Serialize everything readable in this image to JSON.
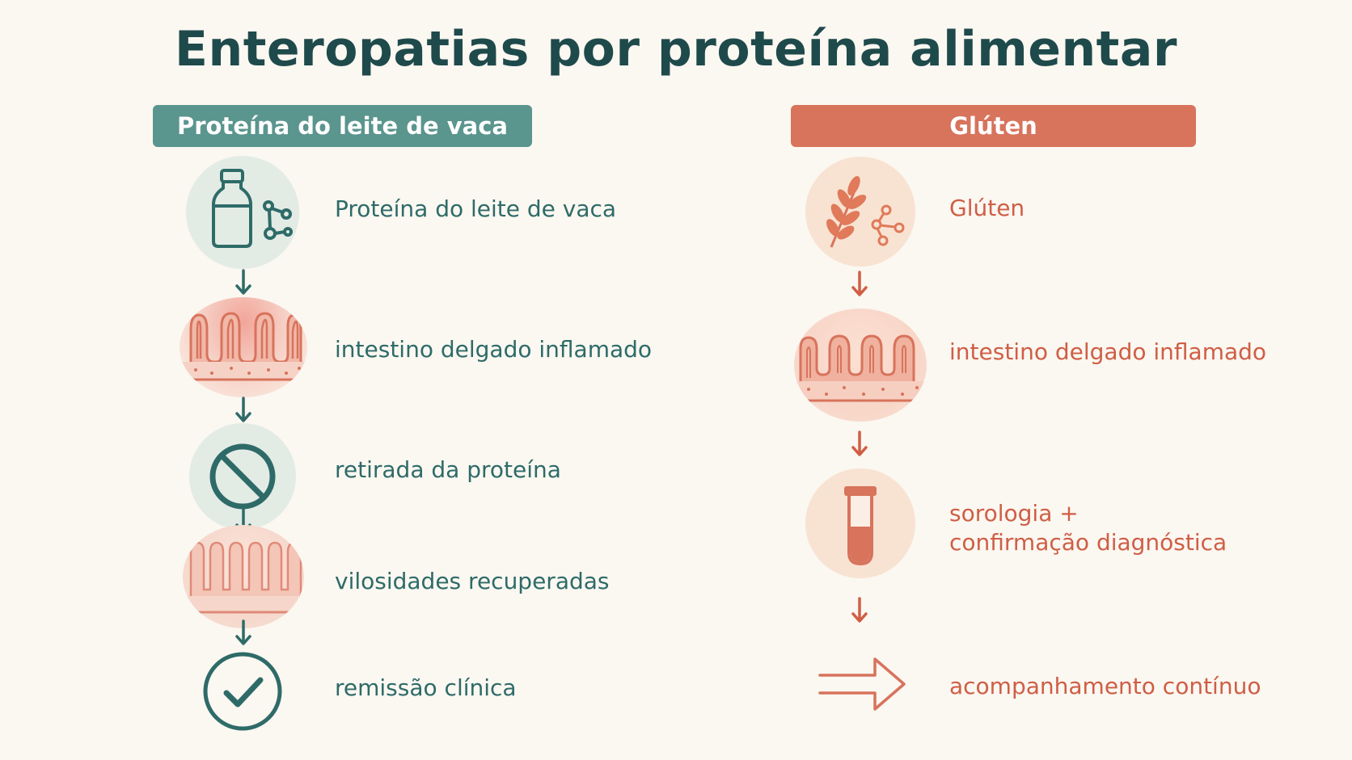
{
  "title": "Enteropatias por proteína alimentar",
  "colors": {
    "background": "#fbf7f1",
    "title": "#1f4a4b",
    "teal": "#5a958e",
    "teal_text": "#2e6b68",
    "coral": "#d8735c",
    "coral_text": "#cf5e45"
  },
  "left_column": {
    "header": "Proteína do leite de vaca",
    "steps": [
      {
        "label": "Proteína do leite de vaca",
        "icon": "milk-bottle-icon"
      },
      {
        "label": "intestino delgado inflamado",
        "icon": "inflamed-villi-icon"
      },
      {
        "label": "retirada da proteína",
        "icon": "prohibited-icon"
      },
      {
        "label": "vilosidades recuperadas",
        "icon": "healthy-villi-icon"
      },
      {
        "label": "remissão clínica",
        "icon": "checkmark-icon"
      }
    ]
  },
  "right_column": {
    "header": "Glúten",
    "steps": [
      {
        "label": "Glúten",
        "icon": "wheat-icon"
      },
      {
        "label": "intestino delgado inflamado",
        "icon": "inflamed-villi-icon"
      },
      {
        "label_line1": "sorologia +",
        "label_line2": "confirmação diagnóstica",
        "icon": "test-tube-icon"
      },
      {
        "label": "acompanhamento contínuo",
        "icon": "double-arrow-icon"
      }
    ]
  }
}
